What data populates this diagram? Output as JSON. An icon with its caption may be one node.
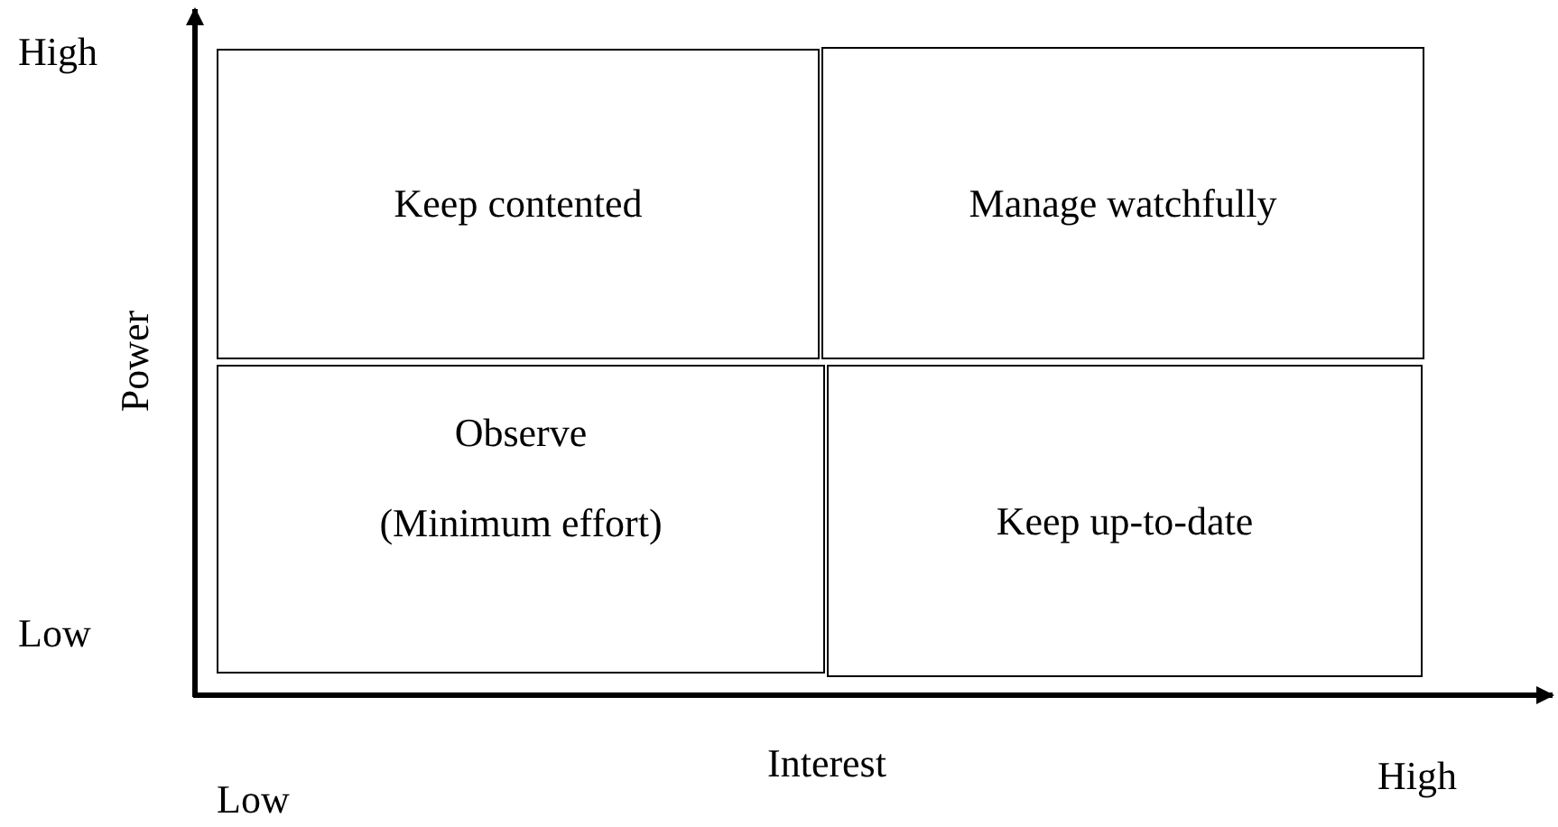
{
  "diagram": {
    "nodes": [
      {
        "text": [
          "Keep contented"
        ]
      },
      {
        "text": [
          "Manage watchfully"
        ]
      },
      {
        "text": [
          "Observe",
          "(Minimum effort)"
        ]
      },
      {
        "text": [
          "Keep up-to-date"
        ]
      }
    ],
    "labels": [
      "High",
      "Power",
      "Low",
      "Interest",
      "Low",
      "High"
    ]
  }
}
